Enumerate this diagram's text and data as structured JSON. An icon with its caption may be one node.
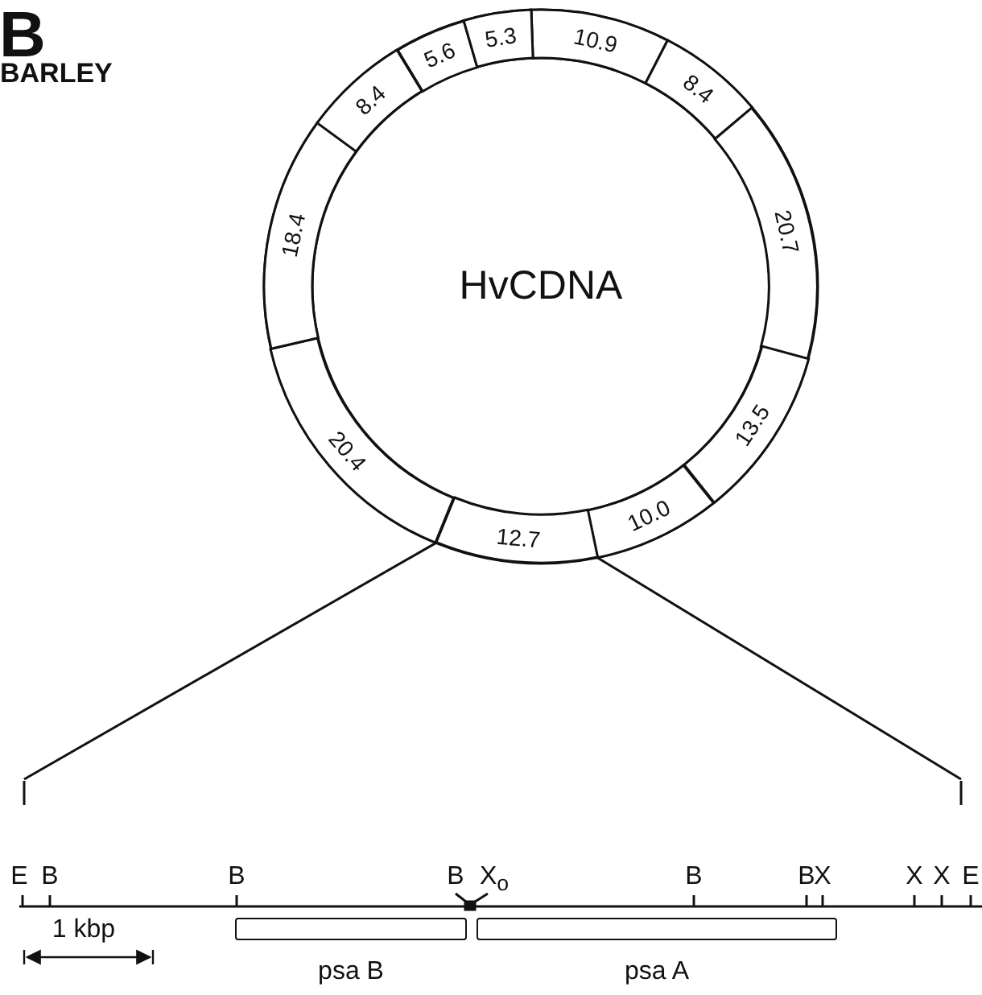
{
  "diagram": {
    "title": "BARLEY",
    "nodes": [
      {
        "text": [
          "HvCDNA"
        ]
      },
      {
        "text": [
          "10.9"
        ],
        "in": 0
      },
      {
        "text": [
          "8.4"
        ],
        "in": 0
      },
      {
        "text": [
          "20.7"
        ],
        "in": 0
      },
      {
        "text": [
          "13.5"
        ],
        "in": 0
      },
      {
        "text": [
          "10.0"
        ],
        "in": 0
      },
      {
        "text": [
          "12.7"
        ],
        "in": 0
      },
      {
        "text": [
          "20.4"
        ],
        "in": 0
      },
      {
        "text": [
          "18.4"
        ],
        "in": 0
      },
      {
        "text": [
          "8.4"
        ],
        "in": 0
      },
      {
        "text": [
          "5.6"
        ],
        "in": 0
      },
      {
        "text": [
          "5.3"
        ],
        "in": 0
      },
      {
        "text": [],
        "shape": "bar"
      },
      {
        "text": [
          "psa B"
        ]
      },
      {
        "text": [
          "psa A"
        ]
      }
    ],
    "edges": [
      {
        "from": 6,
        "to": 12,
        "arrow": "none"
      },
      {
        "from": 6,
        "to": 12,
        "arrow": "none"
      }
    ],
    "labels": [
      "B",
      "E",
      "B",
      "B",
      "B",
      "X$_{o}$",
      "B",
      "B",
      "X",
      "X",
      "X",
      "E",
      "1 kbp"
    ]
  }
}
